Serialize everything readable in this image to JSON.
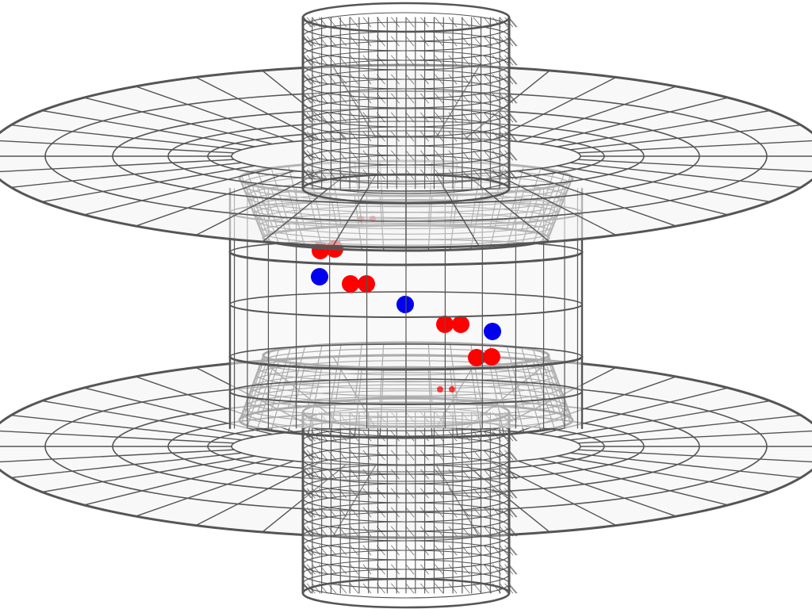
{
  "scene": {
    "background": "#ffffff",
    "wireframe_color": "#555555",
    "surface_tint": "#f4f4f4",
    "structure": [
      {
        "part": "upper-column"
      },
      {
        "part": "upper-radial-disk"
      },
      {
        "part": "upper-funnel"
      },
      {
        "part": "central-cylinder"
      },
      {
        "part": "lower-funnel"
      },
      {
        "part": "lower-radial-disk"
      },
      {
        "part": "lower-column"
      }
    ]
  },
  "particles": {
    "red_color": "#ff0000",
    "blue_color": "#0000ee",
    "red_count": 10,
    "blue_count": 3
  }
}
